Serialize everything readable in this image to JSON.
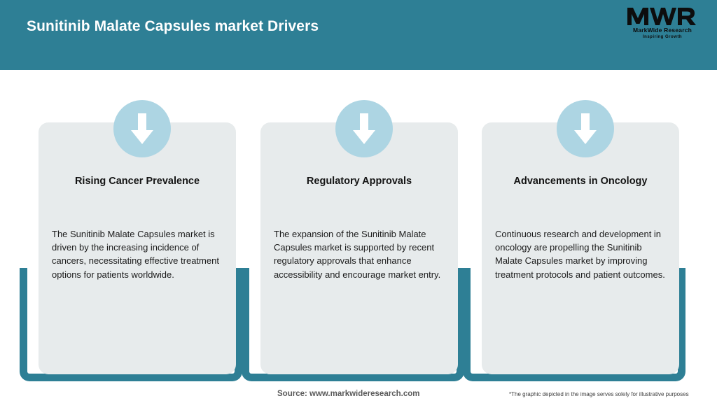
{
  "header": {
    "title": "Sunitinib Malate Capsules market Drivers",
    "background_color": "#2e7f95",
    "title_color": "#ffffff",
    "logo": {
      "mark": "MWR",
      "name": "MarkWide Research",
      "tagline": "Inspiring Growth"
    }
  },
  "colors": {
    "accent_teal": "#2e7f95",
    "card_background": "#e7ebec",
    "badge_blue": "#add5e3",
    "arrow_white": "#ffffff"
  },
  "cards": [
    {
      "icon": "down-arrow-icon",
      "title": "Rising Cancer Prevalence",
      "body": "The Sunitinib Malate Capsules market is driven by the increasing incidence of cancers, necessitating effective treatment options for patients worldwide."
    },
    {
      "icon": "down-arrow-icon",
      "title": "Regulatory Approvals",
      "body": "The expansion of the Sunitinib Malate Capsules market is supported by recent regulatory approvals that enhance accessibility and encourage market entry."
    },
    {
      "icon": "down-arrow-icon",
      "title": "Advancements in Oncology",
      "body": "Continuous research and development in oncology are propelling the Sunitinib Malate Capsules market by improving treatment protocols and patient outcomes."
    }
  ],
  "footer": {
    "source": "Source: www.markwideresearch.com",
    "disclaimer": "*The graphic depicted in the image serves solely for illustrative purposes"
  }
}
